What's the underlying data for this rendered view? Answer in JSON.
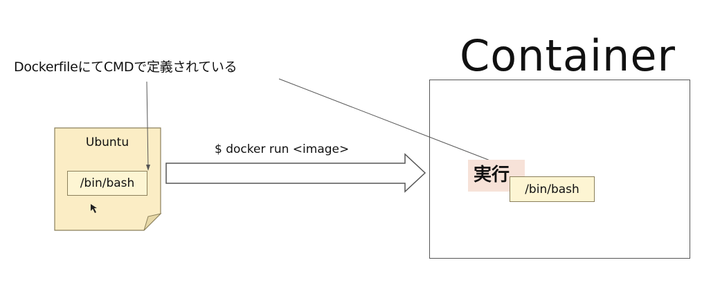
{
  "note": "DockerfileにてCMDで定義されている",
  "container": {
    "title": "Container",
    "exec_label": "実行",
    "command": "/bin/bash"
  },
  "image": {
    "title": "Ubuntu",
    "command": "/bin/bash"
  },
  "run_command": "$ docker run <image>",
  "colors": {
    "paper": "#fbedc5",
    "cmd_box": "#fdf5d3",
    "exec_highlight": "#f7e2d8",
    "border": "#555555"
  }
}
